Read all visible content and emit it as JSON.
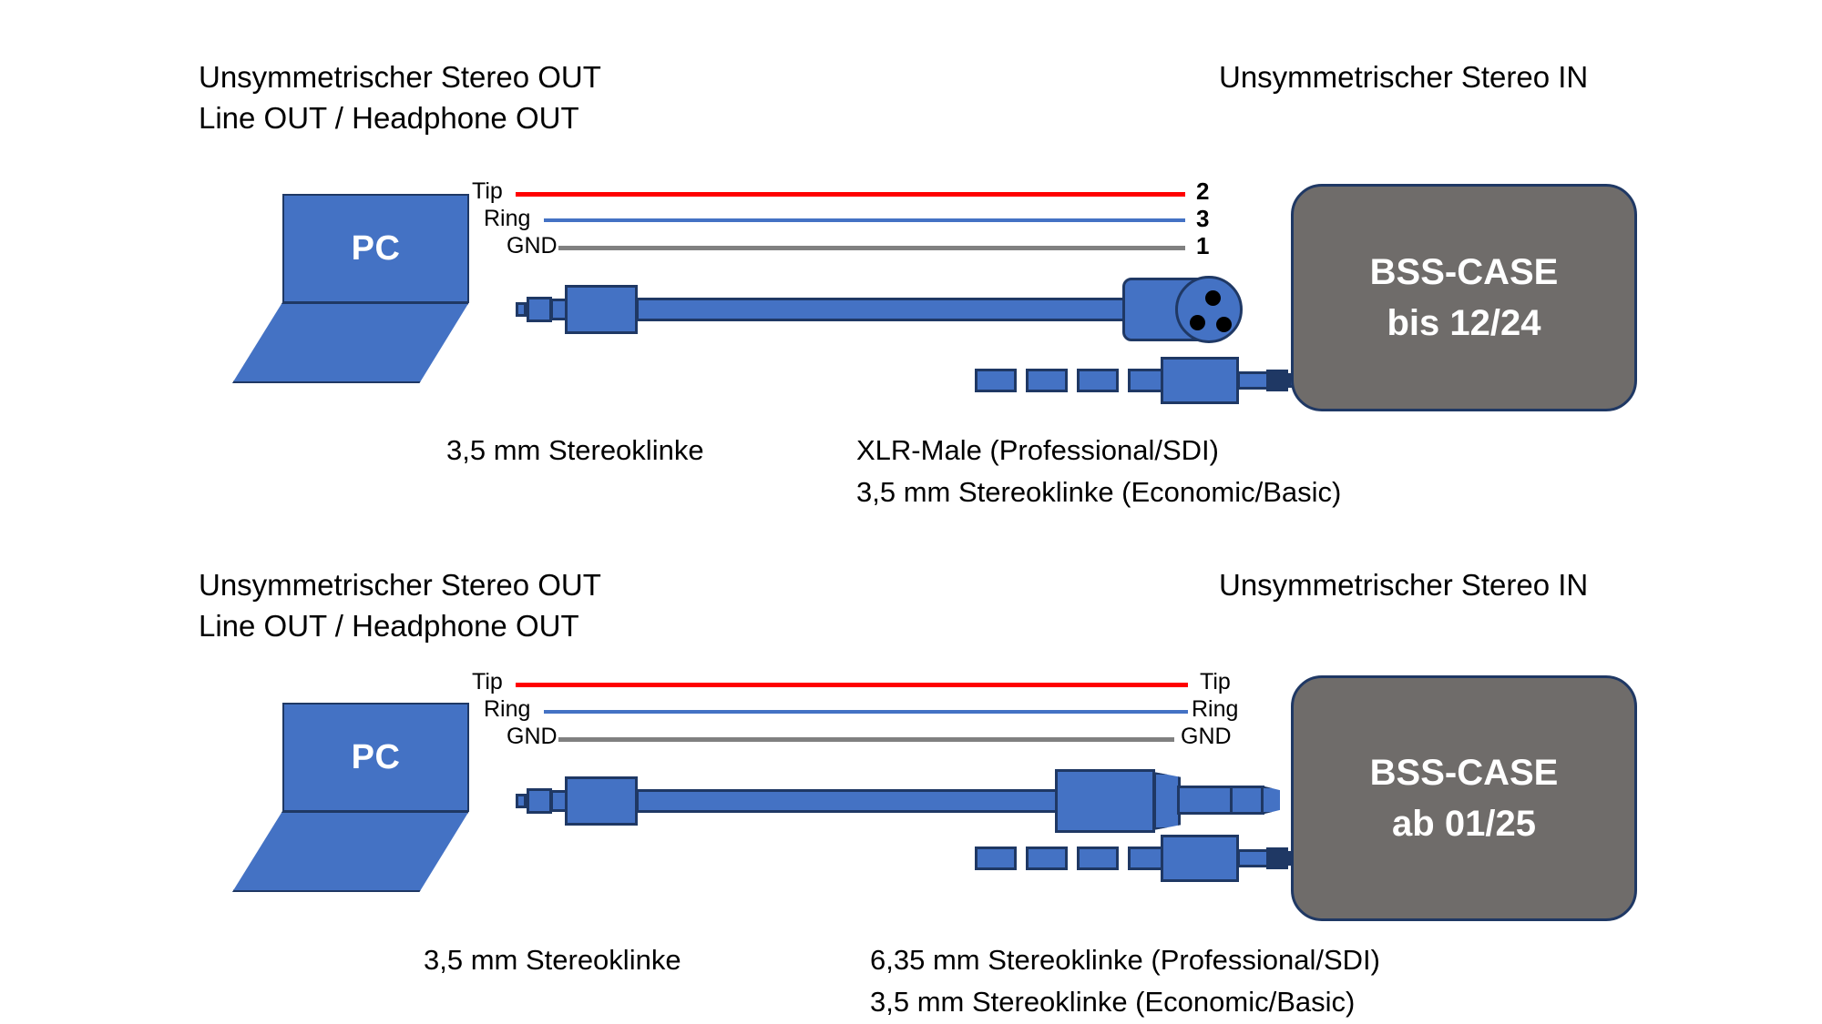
{
  "diagrams": [
    {
      "id": "bss-case-bis-12-24",
      "heading_left": "Unsymmetrischer Stereo OUT\nLine OUT / Headphone OUT",
      "heading_right": "Unsymmetrischer Stereo IN",
      "source_device_label": "PC",
      "wires": [
        {
          "name": "tip",
          "left_label": "Tip",
          "right_label": "2",
          "color": "#FF0000"
        },
        {
          "name": "ring",
          "left_label": "Ring",
          "right_label": "3",
          "color": "#4472C4"
        },
        {
          "name": "gnd",
          "left_label": "GND",
          "right_label": "1",
          "color": "#808080"
        }
      ],
      "left_connector_caption": "3,5 mm Stereoklinke",
      "right_connector_caption": "XLR-Male (Professional/SDI)\n3,5 mm Stereoklinke (Economic/Basic)",
      "right_connector_type": "xlr-male-3-pin",
      "alternate_connector_type": "3.5mm-stereo-jack",
      "target_device": {
        "line1": "BSS-CASE",
        "line2": "bis 12/24"
      }
    },
    {
      "id": "bss-case-ab-01-25",
      "heading_left": "Unsymmetrischer Stereo OUT\nLine OUT / Headphone OUT",
      "heading_right": "Unsymmetrischer Stereo IN",
      "source_device_label": "PC",
      "wires": [
        {
          "name": "tip",
          "left_label": "Tip",
          "right_label": "Tip",
          "color": "#FF0000"
        },
        {
          "name": "ring",
          "left_label": "Ring",
          "right_label": "Ring",
          "color": "#4472C4"
        },
        {
          "name": "gnd",
          "left_label": "GND",
          "right_label": "GND",
          "color": "#808080"
        }
      ],
      "left_connector_caption": "3,5 mm Stereoklinke",
      "right_connector_caption": "6,35 mm Stereoklinke (Professional/SDI)\n3,5 mm Stereoklinke (Economic/Basic)",
      "right_connector_type": "6.35mm-stereo-jack",
      "alternate_connector_type": "3.5mm-stereo-jack",
      "target_device": {
        "line1": "BSS-CASE",
        "line2": "ab 01/25"
      }
    }
  ],
  "colors": {
    "connector_blue": "#4472C4",
    "connector_outline": "#1F3864",
    "case_gray": "#6F6C6A",
    "wire_tip": "#FF0000",
    "wire_ring": "#4472C4",
    "wire_gnd": "#808080",
    "text": "#000000"
  }
}
